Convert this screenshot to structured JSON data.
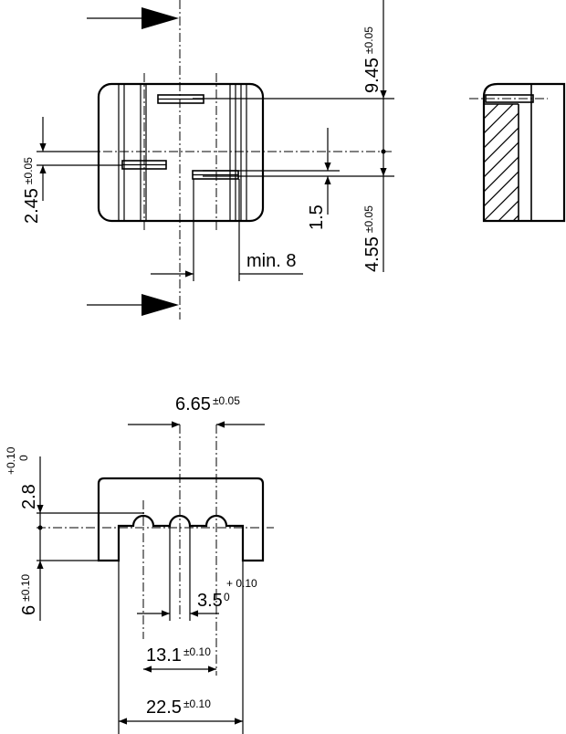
{
  "dims": {
    "d945": {
      "val": "9.45",
      "tol": "±0.05"
    },
    "d245": {
      "val": "2.45",
      "tol": "±0.05"
    },
    "d15": {
      "val": "1.5"
    },
    "d455": {
      "val": "4.55",
      "tol": "±0.05"
    },
    "dmin8": {
      "val": "min. 8"
    },
    "d665": {
      "val": "6.65",
      "tol": "±0.05"
    },
    "d28": {
      "val": "2.8",
      "tol_upper": "+0.10",
      "tol_lower": "0"
    },
    "d6": {
      "val": "6",
      "tol": "±0.10"
    },
    "d35": {
      "val": "3.5",
      "tol_upper": "+ 0.10",
      "tol_lower": "0"
    },
    "d131": {
      "val": "13.1",
      "tol": "±0.10"
    },
    "d225": {
      "val": "22.5",
      "tol": "±0.10"
    }
  }
}
